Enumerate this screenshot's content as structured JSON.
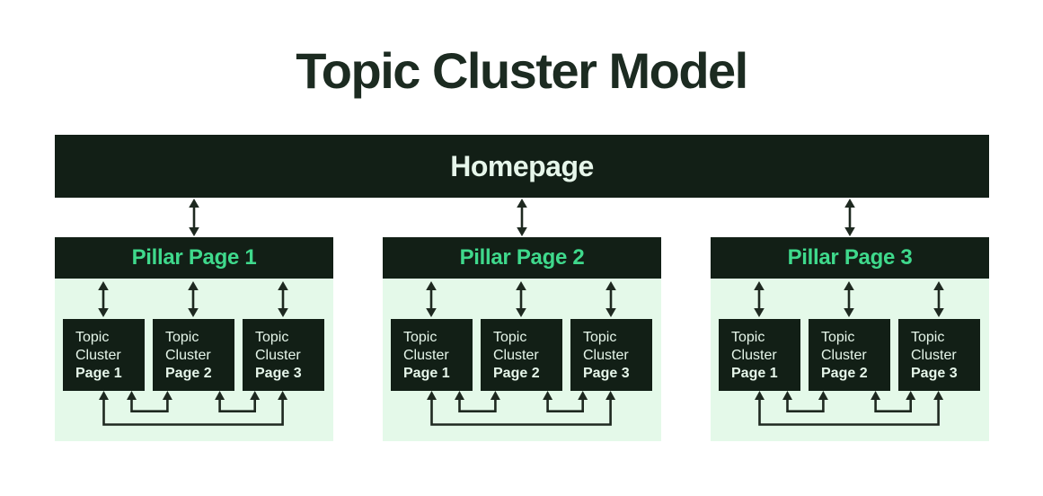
{
  "title": "Topic Cluster Model",
  "homepage": {
    "label": "Homepage"
  },
  "pillars": [
    {
      "label": "Pillar Page 1",
      "boxes": [
        {
          "name": "Topic Cluster",
          "page": "Page 1"
        },
        {
          "name": "Topic Cluster",
          "page": "Page 2"
        },
        {
          "name": "Topic Cluster",
          "page": "Page 3"
        }
      ]
    },
    {
      "label": "Pillar Page 2",
      "boxes": [
        {
          "name": "Topic Cluster",
          "page": "Page 1"
        },
        {
          "name": "Topic Cluster",
          "page": "Page 2"
        },
        {
          "name": "Topic Cluster",
          "page": "Page 3"
        }
      ]
    },
    {
      "label": "Pillar Page 3",
      "boxes": [
        {
          "name": "Topic Cluster",
          "page": "Page 1"
        },
        {
          "name": "Topic Cluster",
          "page": "Page 2"
        },
        {
          "name": "Topic Cluster",
          "page": "Page 3"
        }
      ]
    }
  ],
  "colors": {
    "dark_panel": "#121f16",
    "mint_panel": "#e4f9e9",
    "accent_green": "#3fd98c",
    "light_text": "#e6f6ea",
    "title_text": "#1c2b21",
    "arrow": "#1e2920",
    "background": "#ffffff"
  }
}
